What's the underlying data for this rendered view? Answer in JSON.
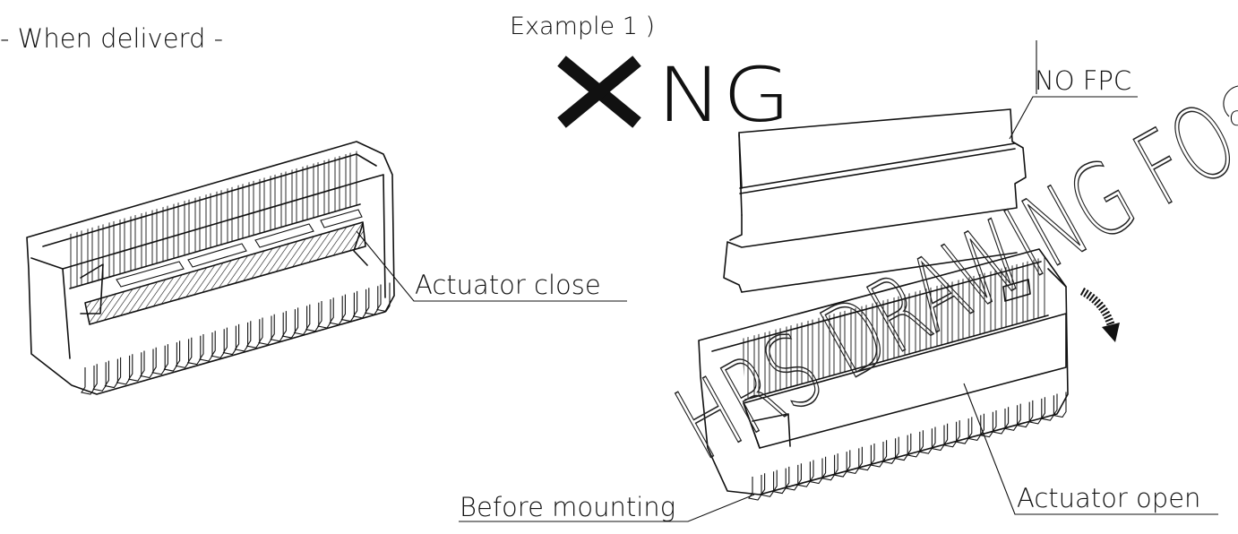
{
  "header": {
    "delivered_label": "- When deliverd -",
    "example_label": "Example 1 )"
  },
  "ng_mark": {
    "text": "NG",
    "cross_icon": "x-mark-icon",
    "color": "#111111"
  },
  "callouts": {
    "actuator_close": "Actuator close",
    "no_fpc": "NO FPC",
    "actuator_open": "Actuator open",
    "before_mounting": "Before mounting"
  },
  "watermark": {
    "text": "HRS DRAWING FO"
  },
  "icons": {
    "rotation_arrow": "curved-arrow-icon"
  },
  "colors": {
    "line": "#111111",
    "background": "#ffffff"
  }
}
